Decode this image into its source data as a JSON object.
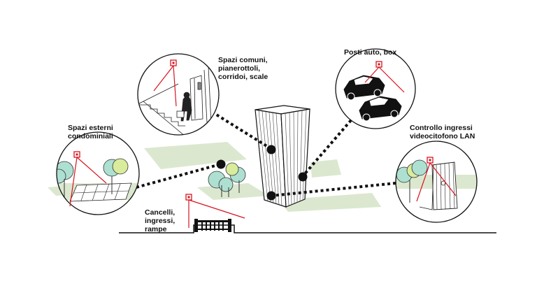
{
  "labels": {
    "spazi_comuni": "Spazi comuni,\npianerottoli,\ncorridoi, scale",
    "posti_auto": "Posti auto, box",
    "spazi_esterni": "Spazi esterni\ncondominiali",
    "controllo_ingressi": "Controllo ingressi\nvideocitofono LAN",
    "cancelli": "Cancelli,\ningressi,\nrampe"
  },
  "colors": {
    "camera_red": "#d9141e",
    "lawn_green": "#dbe8cf",
    "tree_green": "#aee0d2",
    "tree_yellow": "#d8ec9c",
    "ink": "#111111"
  }
}
